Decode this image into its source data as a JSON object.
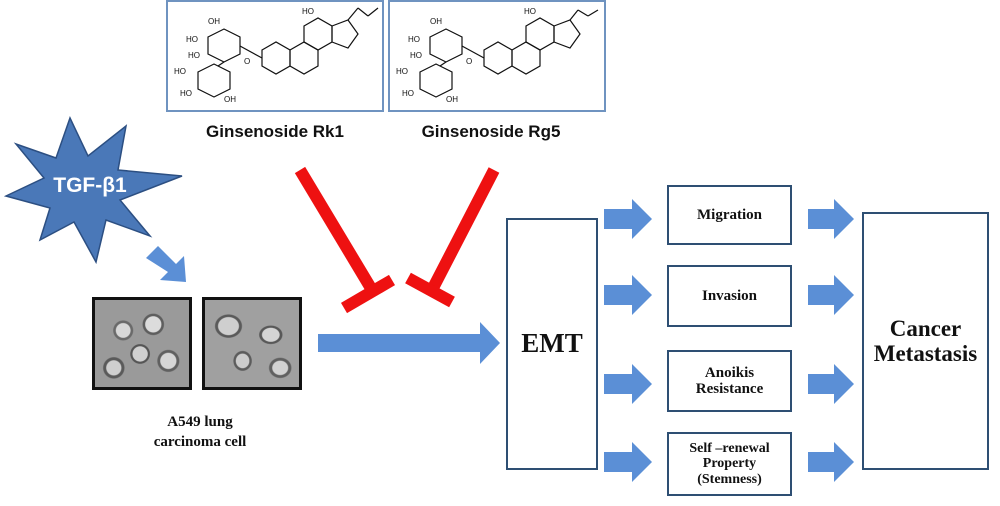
{
  "compounds": [
    {
      "name": "Ginsenoside Rk1"
    },
    {
      "name": "Ginsenoside Rg5"
    }
  ],
  "stimulus": {
    "label": "TGF-β1"
  },
  "cell": {
    "line1": "A549 lung",
    "line2": "carcinoma cell"
  },
  "emt": {
    "label": "EMT"
  },
  "outcomes": [
    {
      "line1": "Migration",
      "line2": "",
      "line3": ""
    },
    {
      "line1": "Invasion",
      "line2": "",
      "line3": ""
    },
    {
      "line1": "Anoikis",
      "line2": "Resistance",
      "line3": ""
    },
    {
      "line1": "Self –renewal",
      "line2": "Property",
      "line3": "(Stemness)"
    }
  ],
  "result": {
    "line1": "Cancer",
    "line2": "Metastasis"
  },
  "colors": {
    "arrow_blue": "#5b8fd6",
    "inhibit_red": "#ee1111",
    "box_border": "#2e4f73",
    "star_fill": "#4a78b8",
    "struct_border": "#6f93c0"
  },
  "icons": {
    "stimulus": "starburst-icon",
    "inhibitor": "inhibition-t-arrow-icon",
    "flow": "block-arrow-icon"
  }
}
